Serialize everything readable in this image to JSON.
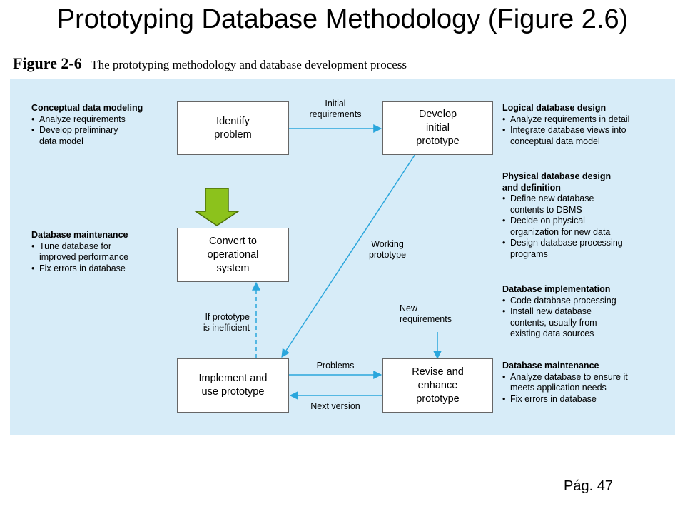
{
  "slide": {
    "title": "Prototyping Database Methodology (Figure 2.6)",
    "page_number": "Pág. 47"
  },
  "figure": {
    "number": "Figure 2-6",
    "caption": "The prototyping methodology and database development process"
  },
  "boxes": {
    "identify": "Identify\nproblem",
    "develop": "Develop\ninitial\nprototype",
    "convert": "Convert to\noperational\nsystem",
    "implement": "Implement and\nuse prototype",
    "revise": "Revise and\nenhance\nprototype"
  },
  "arrow_labels": {
    "initial_requirements": "Initial\nrequirements",
    "working_prototype": "Working\nprototype",
    "if_inefficient": "If prototype\nis inefficient",
    "new_requirements": "New\nrequirements",
    "problems": "Problems",
    "next_version": "Next version"
  },
  "notes": {
    "conceptual": {
      "heading": "Conceptual data modeling",
      "items": [
        "Analyze requirements",
        "Develop preliminary\ndata model"
      ]
    },
    "maintenance_left": {
      "heading": "Database maintenance",
      "items": [
        "Tune database for\nimproved performance",
        "Fix errors in database"
      ]
    },
    "logical": {
      "heading": "Logical database design",
      "items": [
        "Analyze requirements in detail",
        "Integrate database views into\nconceptual data model"
      ]
    },
    "physical": {
      "heading": "Physical database design\nand definition",
      "items": [
        "Define new database\ncontents to DBMS",
        "Decide on physical\norganization for new data",
        "Design database processing\nprograms"
      ]
    },
    "implementation": {
      "heading": "Database implementation",
      "items": [
        "Code database processing",
        "Install new database\ncontents, usually from\nexisting data sources"
      ]
    },
    "maintenance_right": {
      "heading": "Database maintenance",
      "items": [
        "Analyze database to ensure it\nmeets application needs",
        "Fix errors in database"
      ]
    }
  },
  "colors": {
    "panel": "#d7ecf8",
    "arrow": "#2aa6dc",
    "highlight_arrow": "#8cc21c"
  }
}
